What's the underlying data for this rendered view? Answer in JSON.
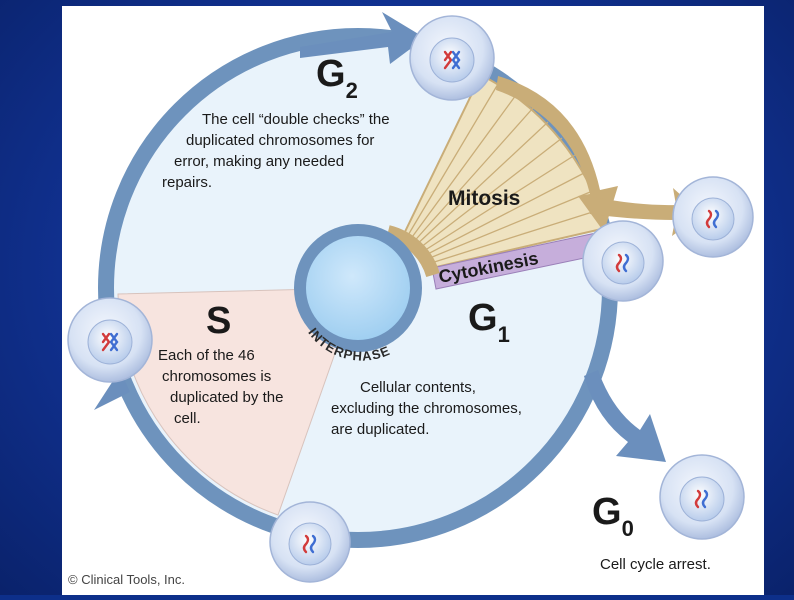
{
  "diagram": {
    "phases": {
      "g2": {
        "letter": "G",
        "subscript": "2",
        "desc": [
          "The cell “double checks” the",
          "duplicated chromosomes for",
          "error, making any needed",
          "repairs."
        ]
      },
      "s": {
        "letter": "S",
        "desc": [
          "Each of the 46",
          "chromosomes is",
          "duplicated by the",
          "cell."
        ]
      },
      "g1": {
        "letter": "G",
        "subscript": "1",
        "desc": [
          "Cellular contents,",
          "excluding the chromosomes,",
          "are duplicated."
        ]
      },
      "g0": {
        "letter": "G",
        "subscript": "0",
        "desc": [
          "Cell cycle arrest."
        ]
      }
    },
    "mitosis_label": "Mitosis",
    "cytokinesis_label": "Cytokinesis",
    "interphase_label": "INTERPHASE",
    "credit": "© Clinical Tools, Inc.",
    "colors": {
      "cycle_fill": "#e9f3fb",
      "cycle_ring": "#6e93bd",
      "s_sector": "#f7e4df",
      "mitosis_band": "#efe3c1",
      "mitosis_edge": "#c9ad78",
      "cytokinesis_band": "#c6aedb",
      "arrow_blue": "#6b8fbd",
      "arrow_tan": "#c9ad78",
      "cell_fill": "#d7e2f4",
      "chromosome_red": "#d23b3b",
      "chromosome_blue": "#3f6ed2"
    }
  }
}
